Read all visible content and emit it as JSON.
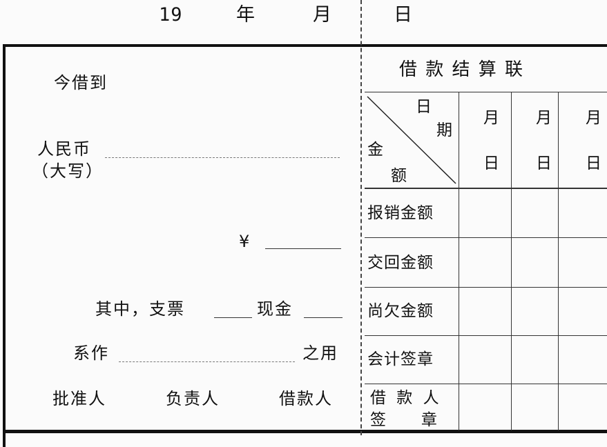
{
  "header": {
    "year_prefix": "19",
    "year": "年",
    "month": "月",
    "day": "日"
  },
  "left": {
    "borrow_to": "今借到",
    "rmb": "人民币",
    "rmb_caps": "（大写）",
    "yen": "¥",
    "of_which": "其中，支票",
    "cash": "现金",
    "for_purpose": "系作",
    "purpose_use": "之用",
    "approver": "批准人",
    "responsible": "负责人",
    "borrower": "借款人"
  },
  "right": {
    "title": "借 款 结 算 联",
    "diag_date_1": "日",
    "diag_date_2": "期",
    "diag_amount_1": "金",
    "diag_amount_2": "额",
    "col_month": "月",
    "col_day": "日",
    "rows": [
      "报销金额",
      "交回金额",
      "尚欠金额",
      "会计签章"
    ],
    "last_row_1": "借 款 人",
    "last_row_2": "签      章"
  }
}
